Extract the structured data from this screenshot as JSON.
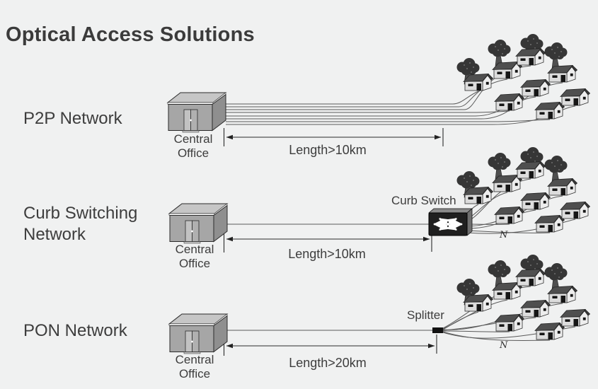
{
  "title": "Optical Access Solutions",
  "rows": [
    {
      "label": "P2P Network",
      "office_label": "Central Office",
      "length_label": "Length>10km"
    },
    {
      "label": "Curb Switching Network",
      "office_label": "Central Office",
      "device_label": "Curb Switch",
      "length_label": "Length>10km",
      "fanout_label": "N"
    },
    {
      "label": "PON Network",
      "office_label": "Central Office",
      "device_label": "Splitter",
      "length_label": "Length>20km",
      "fanout_label": "N"
    }
  ],
  "colors": {
    "background": "#f0f1f1",
    "text": "#3d3d3d",
    "fiber_line": "#5a5a5a",
    "dimension_line": "#2a2a2a",
    "office_front": "#a6a6a6",
    "office_side": "#8f8f8f",
    "office_roof": "#c6c6c6",
    "house_roof": "#4f4f4f",
    "tree_foliage": "#363636",
    "switch_body": "#1f1f1f",
    "splitter_body": "#111111"
  }
}
